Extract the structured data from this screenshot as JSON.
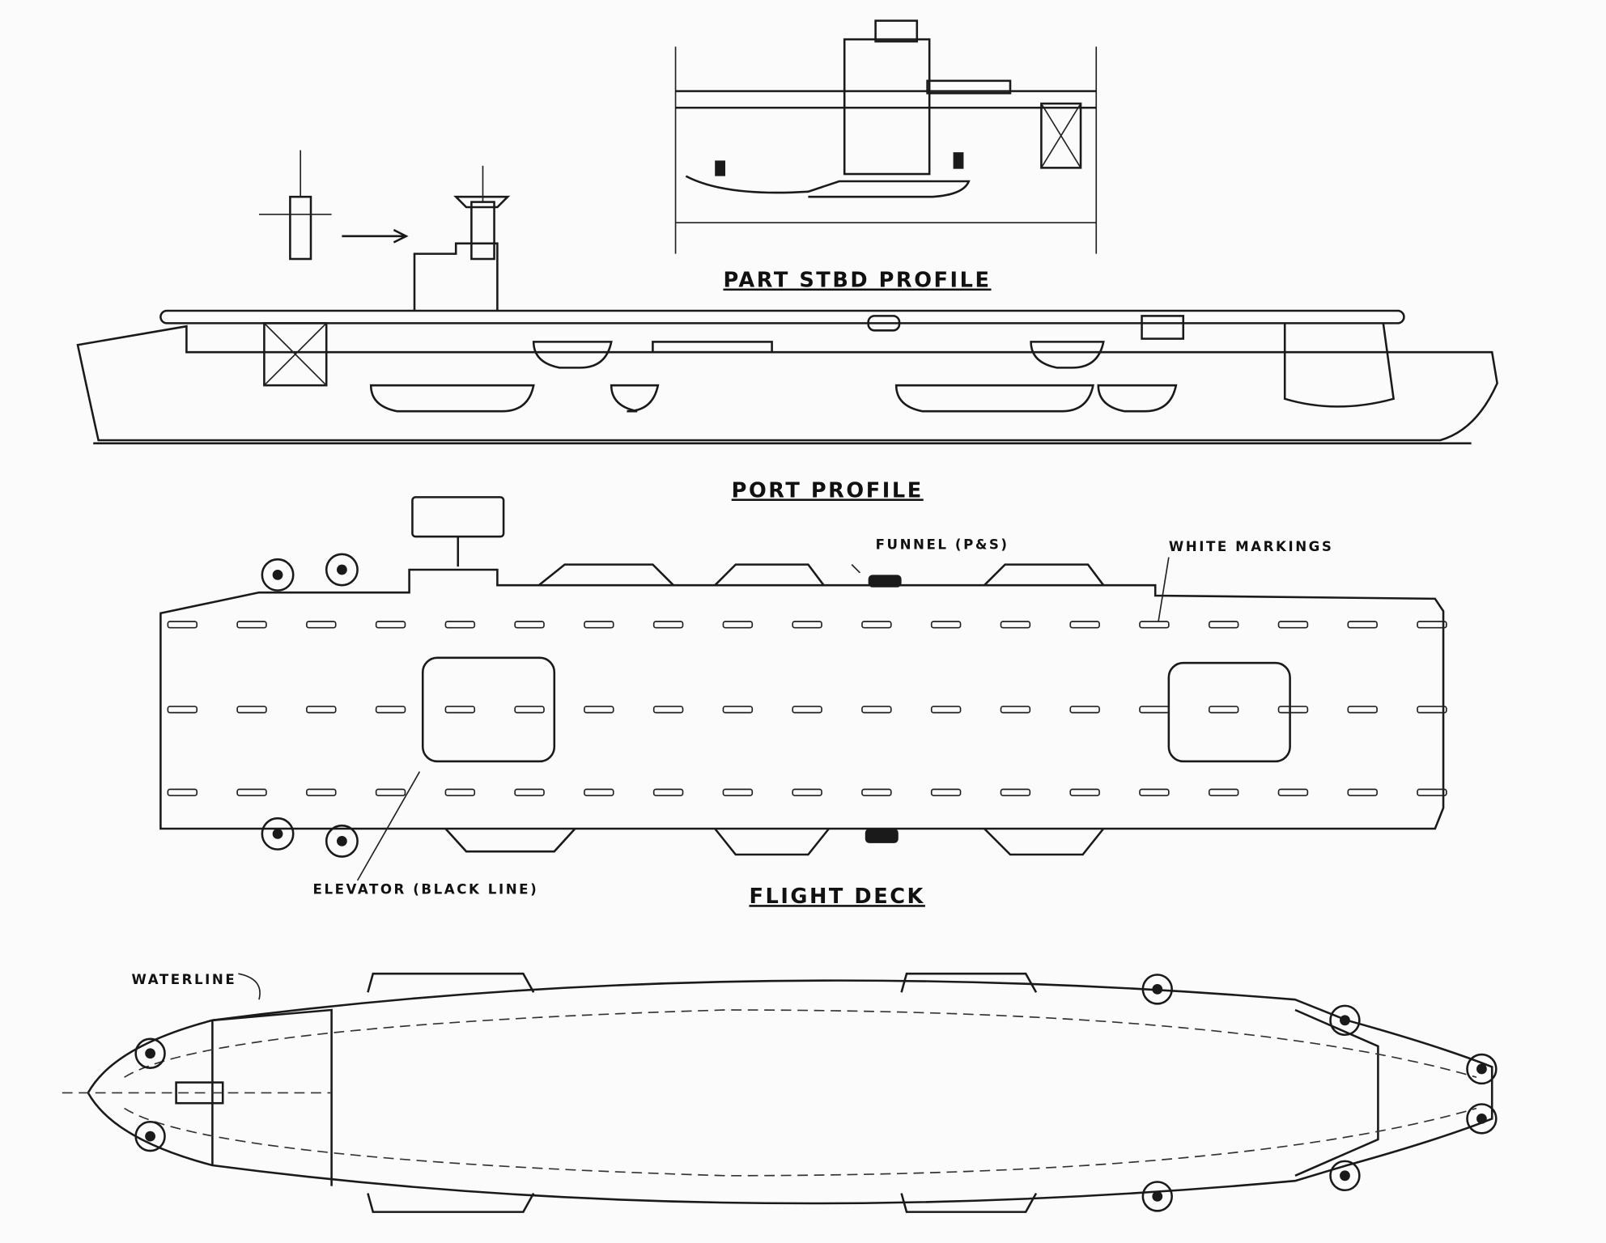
{
  "labels": {
    "part_stbd_profile": "PART STBD PROFILE",
    "port_profile": "PORT PROFILE",
    "funnel": "FUNNEL (P&S)",
    "white_markings": "WHITE MARKINGS",
    "elevator": "ELEVATOR (BLACK LINE)",
    "flight_deck": "FLIGHT DECK",
    "waterline": "WATERLINE"
  }
}
